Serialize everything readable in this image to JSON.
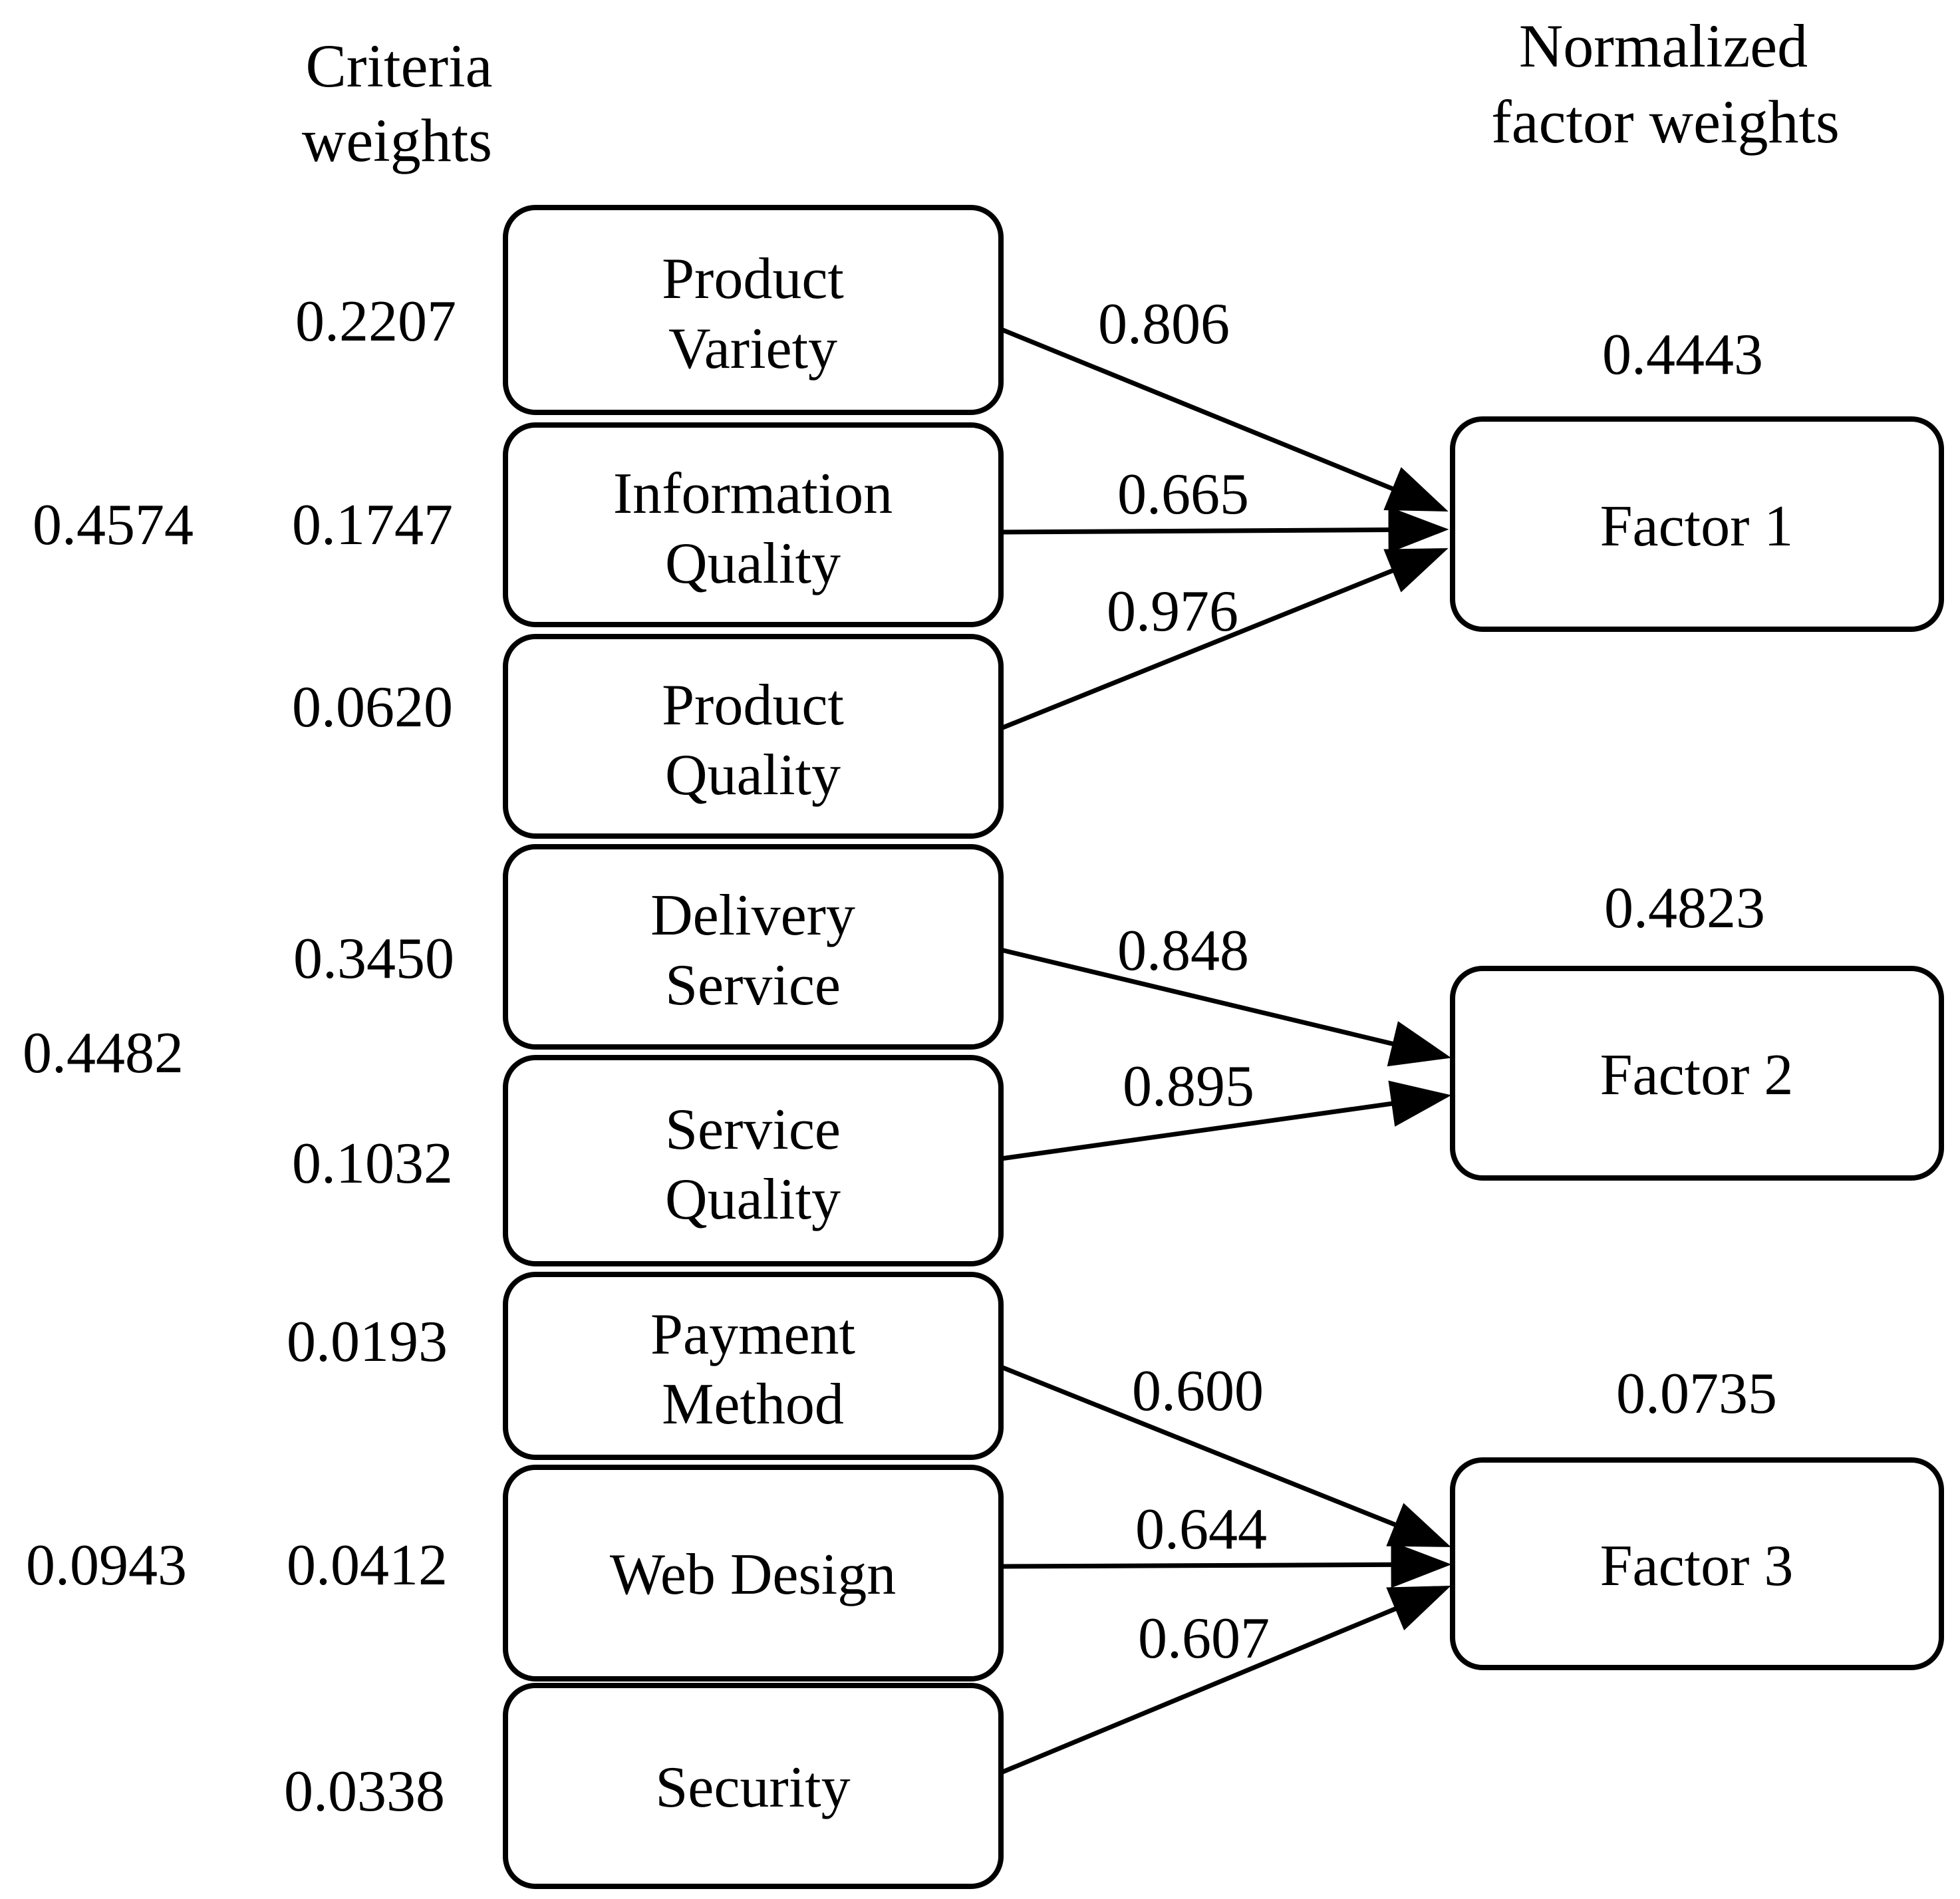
{
  "headers": {
    "criteria_line1": "Criteria",
    "criteria_line2": "weights",
    "normalized_line1": "Normalized",
    "normalized_line2": "factor weights"
  },
  "group_weights": [
    "0.4574",
    "0.4482",
    "0.0943"
  ],
  "criteria": [
    {
      "line1": "Product",
      "line2": "Variety",
      "weight": "0.2207",
      "loading": "0.806",
      "factor": "Factor 1"
    },
    {
      "line1": "Information",
      "line2": "Quality",
      "weight": "0.1747",
      "loading": "0.665",
      "factor": "Factor 1"
    },
    {
      "line1": "Product",
      "line2": "Quality",
      "weight": "0.0620",
      "loading": "0.976",
      "factor": "Factor 1"
    },
    {
      "line1": "Delivery",
      "line2": "Service",
      "weight": "0.3450",
      "loading": "0.848",
      "factor": "Factor 2"
    },
    {
      "line1": "Service",
      "line2": "Quality",
      "weight": "0.1032",
      "loading": "0.895",
      "factor": "Factor 2"
    },
    {
      "line1": "Payment",
      "line2": "Method",
      "weight": "0.0193",
      "loading": "0.600",
      "factor": "Factor 3"
    },
    {
      "line1": "Web Design",
      "line2": "",
      "weight": "0.0412",
      "loading": "0.644",
      "factor": "Factor 3"
    },
    {
      "line1": "Security",
      "line2": "",
      "weight": "0.0338",
      "loading": "0.607",
      "factor": "Factor 3"
    }
  ],
  "factors": [
    {
      "label": "Factor 1",
      "weight": "0.4443"
    },
    {
      "label": "Factor 2",
      "weight": "0.4823"
    },
    {
      "label": "Factor 3",
      "weight": "0.0735"
    }
  ]
}
